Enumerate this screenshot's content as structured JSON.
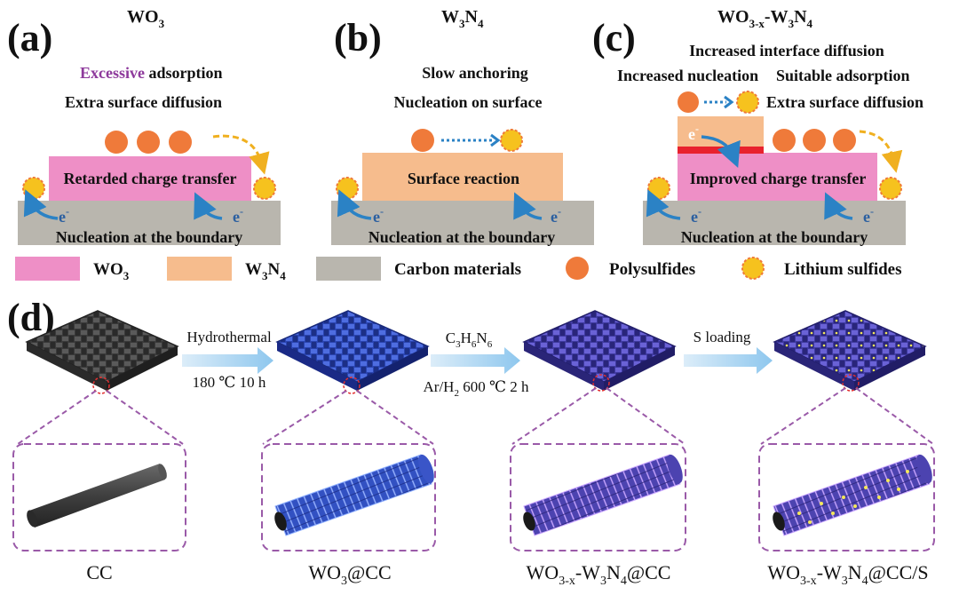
{
  "panel_a": {
    "letter": "(a)",
    "title_main": "WO",
    "title_sub": "3",
    "line1_colored": "Excessive",
    "line1_rest": " adsorption",
    "line2": "Extra surface diffusion",
    "box_label": "Retarded charge transfer",
    "base_label": "Nucleation at the boundary",
    "electron_left": "e",
    "electron_right": "e",
    "electron_sup": "-"
  },
  "panel_b": {
    "letter": "(b)",
    "title_w": "W",
    "title_sub1": "3",
    "title_n": "N",
    "title_sub2": "4",
    "line1": "Slow anchoring",
    "line2": "Nucleation on surface",
    "box_label": "Surface reaction",
    "base_label": "Nucleation at the boundary",
    "electron_left": "e",
    "electron_right": "e",
    "electron_sup": "-"
  },
  "panel_c": {
    "letter": "(c)",
    "title_wo": "WO",
    "title_sub1": "3-x",
    "title_dash": "-W",
    "title_sub2": "3",
    "title_n": "N",
    "title_sub3": "4",
    "line1": "Increased interface diffusion",
    "line2_left": "Increased  nucleation",
    "line2_right": "Suitable adsorption",
    "line3": "Extra surface diffusion",
    "box_label": "Improved charge transfer",
    "base_label": "Nucleation at the boundary",
    "electron_top": "e",
    "electron_left": "e",
    "electron_right": "e",
    "electron_sup": "-"
  },
  "legend": {
    "wo3_main": "WO",
    "wo3_sub": "3",
    "w3n4_w": "W",
    "w3n4_sub1": "3",
    "w3n4_n": "N",
    "w3n4_sub2": "4",
    "carbon": "Carbon materials",
    "polysulfides": "Polysulfides",
    "lithium_sulfides": "Lithium sulfides"
  },
  "panel_d": {
    "letter": "(d)",
    "step1_top": "Hydrothermal",
    "step1_bottom": "180 ℃  10 h",
    "step2_top_c": "C",
    "step2_top_s1": "3",
    "step2_top_h": "H",
    "step2_top_s2": "6",
    "step2_top_n": "N",
    "step2_top_s3": "6",
    "step2_bottom_a": "Ar/H",
    "step2_bottom_s": "2",
    "step2_bottom_b": "  600 ℃  2 h",
    "step3_top": "S loading",
    "cap1": "CC",
    "cap2_main": "WO",
    "cap2_sub": "3",
    "cap2_rest": "@CC",
    "cap3_main": "WO",
    "cap3_sub1": "3-x",
    "cap3_mid": "-W",
    "cap3_sub2": "3",
    "cap3_n": "N",
    "cap3_sub3": "4",
    "cap3_rest": "@CC",
    "cap4_main": "WO",
    "cap4_sub1": "3-x",
    "cap4_mid": "-W",
    "cap4_sub2": "3",
    "cap4_n": "N",
    "cap4_sub3": "4",
    "cap4_rest": "@CC/S"
  },
  "colors": {
    "wo3": "#ee8fc6",
    "w3n4": "#f6bc8d",
    "carbon": "#b9b6ae",
    "polysulfide": "#ef7a3a",
    "lithium_sulfide": "#f6c21e",
    "electron": "#2b82c5",
    "excessive": "#8e3a9c",
    "suitable": "#e23030",
    "interface": "#e8222e",
    "process_arrow": "#a9d4f1",
    "dashed_purple": "#9a5aa8",
    "cloth_cc": "#4a4a4a",
    "cloth_wo3": "#3a53c2",
    "cloth_wn": "#4c47a8"
  }
}
